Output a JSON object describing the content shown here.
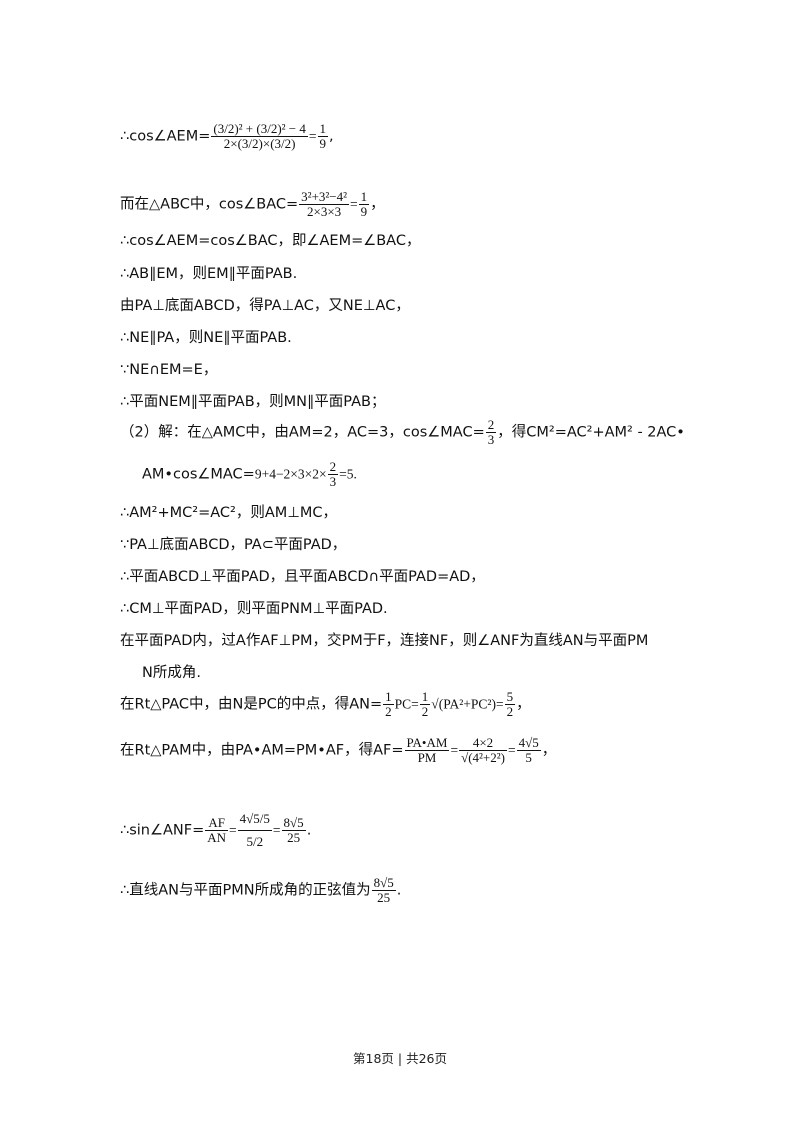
{
  "lines": {
    "l1_pre": "∴cos∠AEM=",
    "l1_num": "(3/2)² + (3/2)² − 4",
    "l1_den": "2×(3/2)×(3/2)",
    "l1_eq": "=",
    "l1_r_num": "1",
    "l1_r_den": "9",
    "l1_post": ",",
    "l2_pre": "而在△ABC中，cos∠BAC=",
    "l2_num": "3²+3²−4²",
    "l2_den": "2×3×3",
    "l2_eq": "=",
    "l2_r_num": "1",
    "l2_r_den": "9",
    "l2_post": "，",
    "l3": "∴cos∠AEM=cos∠BAC，即∠AEM=∠BAC，",
    "l4": "∴AB∥EM，则EM∥平面PAB.",
    "l5": "由PA⊥底面ABCD，得PA⊥AC，又NE⊥AC，",
    "l6": "∴NE∥PA，则NE∥平面PAB.",
    "l7": "∵NE∩EM=E，",
    "l8": "∴平面NEM∥平面PAB，则MN∥平面PAB；",
    "l9_pre": "（2）解：在△AMC中，由AM=2，AC=3，cos∠MAC=",
    "l9_f_num": "2",
    "l9_f_den": "3",
    "l9_post": "，得CM²=AC²+AM² - 2AC•",
    "l10_pre": "AM•cos∠MAC=",
    "l10_expr": "9+4−2×3×2×",
    "l10_f_num": "2",
    "l10_f_den": "3",
    "l10_post": "=5.",
    "l11": "∴AM²+MC²=AC²，则AM⊥MC，",
    "l12": "∵PA⊥底面ABCD，PA⊂平面PAD，",
    "l13": "∴平面ABCD⊥平面PAD，且平面ABCD∩平面PAD=AD，",
    "l14": "∴CM⊥平面PAD，则平面PNM⊥平面PAD.",
    "l15": "在平面PAD内，过A作AF⊥PM，交PM于F，连接NF，则∠ANF为直线AN与平面PM",
    "l16": "N所成角.",
    "l17_pre": "在Rt△PAC中，由N是PC的中点，得AN=",
    "l17_f1_num": "1",
    "l17_f1_den": "2",
    "l17_pc": "PC=",
    "l17_f2_num": "1",
    "l17_f2_den": "2",
    "l17_sqrt": "√(PA²+PC²)",
    "l17_eq": "=",
    "l17_f3_num": "5",
    "l17_f3_den": "2",
    "l17_post": "，",
    "l18_pre": "在Rt△PAM中，由PA•AM=PM•AF，得AF=",
    "l18_f1_num": "PA•AM",
    "l18_f1_den": "PM",
    "l18_eq1": "=",
    "l18_f2_num": "4×2",
    "l18_f2_den": "√(4²+2²)",
    "l18_eq2": "=",
    "l18_f3_num": "4√5",
    "l18_f3_den": "5",
    "l18_post": "，",
    "l19_pre": "∴sin∠ANF=",
    "l19_f1_num": "AF",
    "l19_f1_den": "AN",
    "l19_eq1": "=",
    "l19_f2_num": "4√5/5",
    "l19_f2_den": "5/2",
    "l19_eq2": "=",
    "l19_f3_num": "8√5",
    "l19_f3_den": "25",
    "l19_post": ".",
    "l20_pre": "∴直线AN与平面PMN所成角的正弦值为",
    "l20_f_num": "8√5",
    "l20_f_den": "25",
    "l20_post": "."
  },
  "footer": "第18页 | 共26页"
}
